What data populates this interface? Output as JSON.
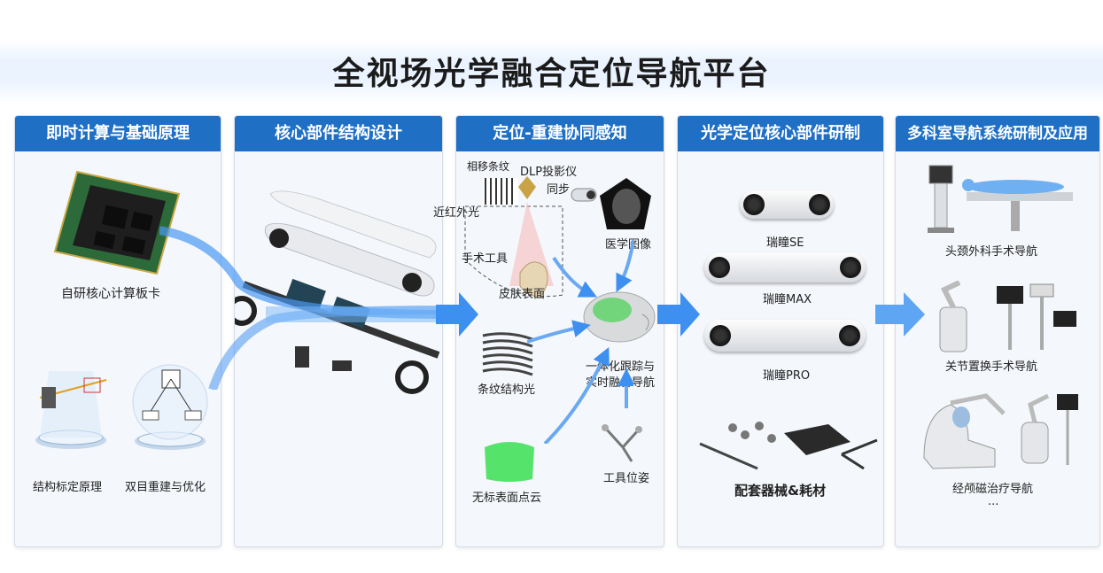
{
  "title": "全视场光学融合定位导航平台",
  "panels": [
    {
      "heading": "即时计算与基础原理"
    },
    {
      "heading": "核心部件结构设计"
    },
    {
      "heading": "定位-重建协同感知"
    },
    {
      "heading": "光学定位核心部件研制"
    },
    {
      "heading": "多科室导航系统研制及应用"
    }
  ],
  "p1": {
    "board_label": "自研核心计算板卡",
    "calib_label": "结构标定原理",
    "stereo_label": "双目重建与优化"
  },
  "p3": {
    "phase_fringe": "相移条纹",
    "dlp": "DLP投影仪",
    "sync": "同步",
    "nir": "近红外光",
    "tool": "手术工具",
    "skin": "皮肤表面",
    "medical": "医学图像",
    "fringe": "条纹结构光",
    "fusion_line1": "一体化跟踪与",
    "fusion_line2": "实时融合导航",
    "pointcloud": "无标表面点云",
    "pose": "工具位姿"
  },
  "p4": {
    "se": "瑞瞳SE",
    "max": "瑞瞳MAX",
    "pro": "瑞瞳PRO",
    "accessories": "配套器械&耗材"
  },
  "p5": {
    "neuro": "头颈外科手术导航",
    "joint": "关节置换手术导航",
    "tms": "经颅磁治疗导航",
    "more": "..."
  },
  "colors": {
    "header_blue": "#1f6fc5",
    "arrow_blue": "#3d8ff0",
    "panel_bg": "#f4f7fb"
  }
}
